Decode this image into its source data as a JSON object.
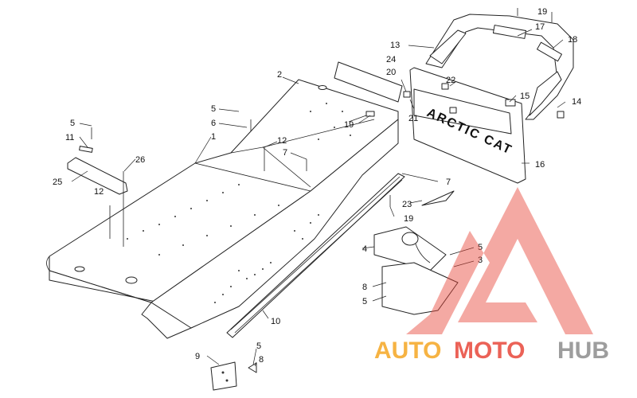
{
  "diagram": {
    "callouts": {
      "c1": "1",
      "c2": "2",
      "c3": "3",
      "c4": "4",
      "c5a": "5",
      "c5b": "5",
      "c5c": "5",
      "c5d": "5",
      "c6": "6",
      "c7a": "7",
      "c7b": "7",
      "c8a": "8",
      "c8b": "8",
      "c9": "9",
      "c10": "10",
      "c11": "11",
      "c12a": "12",
      "c12b": "12",
      "c13": "13",
      "c14": "14",
      "c15": "15",
      "c16": "16",
      "c17": "17",
      "c18": "18",
      "c19a": "19",
      "c19b": "19",
      "c19c": "19",
      "c20": "20",
      "c21": "21",
      "c22": "22",
      "c23": "23",
      "c24": "24",
      "c25": "25",
      "c26": "26"
    },
    "flap_text": "ARCTIC CAT"
  },
  "watermark": {
    "part1": "AUTO",
    "part2": "MOTO",
    "part3": "HUB",
    "colors": {
      "red": "#e8473a",
      "orange": "#f5a623",
      "gray": "#8c8c8c"
    }
  }
}
